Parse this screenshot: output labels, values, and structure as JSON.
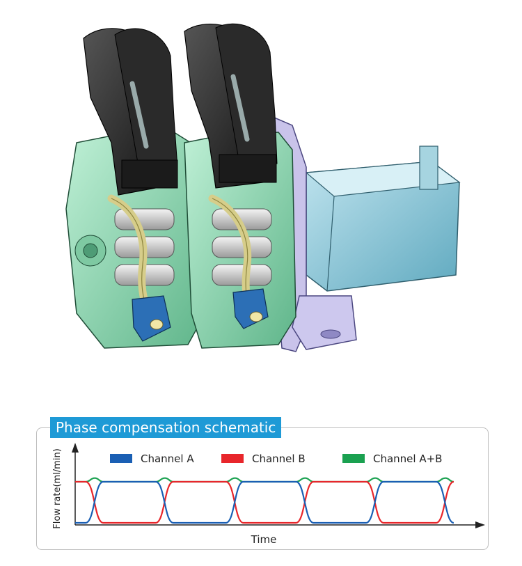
{
  "schematic": {
    "title": "Phase compensation schematic"
  },
  "colors": {
    "channel_a": "#1a5fb4",
    "channel_b": "#e8262b",
    "channel_sum": "#1aa150",
    "title_bg": "#1e9ad6"
  },
  "chart_data": {
    "type": "line",
    "xlabel": "Time",
    "ylabel": "Flow rate(ml/min)",
    "grid": false,
    "legend": "top",
    "ylim": [
      0,
      1.2
    ],
    "xlim": [
      0,
      5.5
    ],
    "series": [
      {
        "name": "Channel A",
        "color": "#1a5fb4",
        "x": [
          0,
          0.15,
          0.4,
          1.15,
          1.4,
          1.65,
          1.9,
          2.15,
          2.4,
          3.15,
          3.4,
          3.65,
          3.9,
          4.15,
          4.4,
          5.15,
          5.4
        ],
        "y": [
          0,
          0,
          1,
          1,
          0,
          0,
          0,
          0,
          1,
          1,
          0,
          0,
          0,
          0,
          1,
          1,
          0
        ]
      },
      {
        "name": "Channel B",
        "color": "#e8262b",
        "x": [
          0,
          0.15,
          0.4,
          0.65,
          0.9,
          1.15,
          1.4,
          2.15,
          2.4,
          2.65,
          2.9,
          3.15,
          3.4,
          4.15,
          4.4,
          4.65,
          4.9,
          5.15,
          5.4
        ],
        "y": [
          1,
          1,
          0,
          0,
          0,
          0,
          1,
          1,
          0,
          0,
          0,
          0,
          1,
          1,
          0,
          0,
          0,
          0,
          1
        ]
      },
      {
        "name": "Channel A+B",
        "color": "#1aa150",
        "x": [
          0,
          0.15,
          0.28,
          0.4,
          1.15,
          1.28,
          1.4,
          2.15,
          2.28,
          2.4,
          3.15,
          3.28,
          3.4,
          4.15,
          4.28,
          4.4,
          5.15,
          5.28,
          5.4
        ],
        "y": [
          1,
          1,
          1.09,
          1,
          1,
          1.09,
          1,
          1,
          1.09,
          1,
          1,
          1.09,
          1,
          1,
          1.09,
          1,
          1,
          1.09,
          1
        ]
      }
    ]
  }
}
